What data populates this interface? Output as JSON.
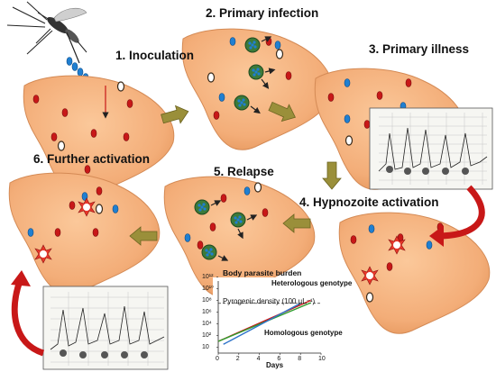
{
  "stages": [
    {
      "label": "1. Inoculation"
    },
    {
      "label": "2. Primary infection"
    },
    {
      "label": "3. Primary illness"
    },
    {
      "label": "4. Hypnozoite activation"
    },
    {
      "label": "5. Relapse"
    },
    {
      "label": "6. Further activation"
    }
  ],
  "icons": {
    "vector": "mosquito-icon",
    "organ": "liver-icon",
    "flow": "arrow-icon",
    "chart_record": "temperature-chart-icon"
  },
  "colors": {
    "liver": "#f3ad78",
    "liver_dark": "#dd8a4c",
    "arrow": "#9a8f3a",
    "curved_arrow": "#c81818",
    "sporozoite": "#1f7fd1",
    "parasite_red": "#c81818",
    "schizont_green": "#3c7a3a"
  },
  "chart_data": {
    "type": "line",
    "title": "Body parasite burden",
    "xlabel": "Days",
    "ylabel": "",
    "x_ticks": [
      "0",
      "2",
      "4",
      "6",
      "8",
      "10"
    ],
    "y_ticks": [
      "10",
      "10²",
      "10⁴",
      "10⁶",
      "10⁸",
      "10¹⁰",
      "10¹²"
    ],
    "xlim": [
      0,
      10
    ],
    "ylim_log10": [
      0,
      12
    ],
    "threshold": {
      "label": "Pyrogenic density (100 µL⁻¹)",
      "log10_value": 8.5
    },
    "series": [
      {
        "name": "Heterologous genotype",
        "color": "#c81818",
        "x": [
          0,
          9
        ],
        "log10_y": [
          2.0,
          9.0
        ]
      },
      {
        "name": "",
        "color": "#2e9e2e",
        "x": [
          0,
          9
        ],
        "log10_y": [
          2.0,
          8.6
        ]
      },
      {
        "name": "Homologous genotype",
        "color": "#2f74c9",
        "x": [
          0.5,
          8
        ],
        "log10_y": [
          1.5,
          8.5
        ]
      }
    ]
  }
}
